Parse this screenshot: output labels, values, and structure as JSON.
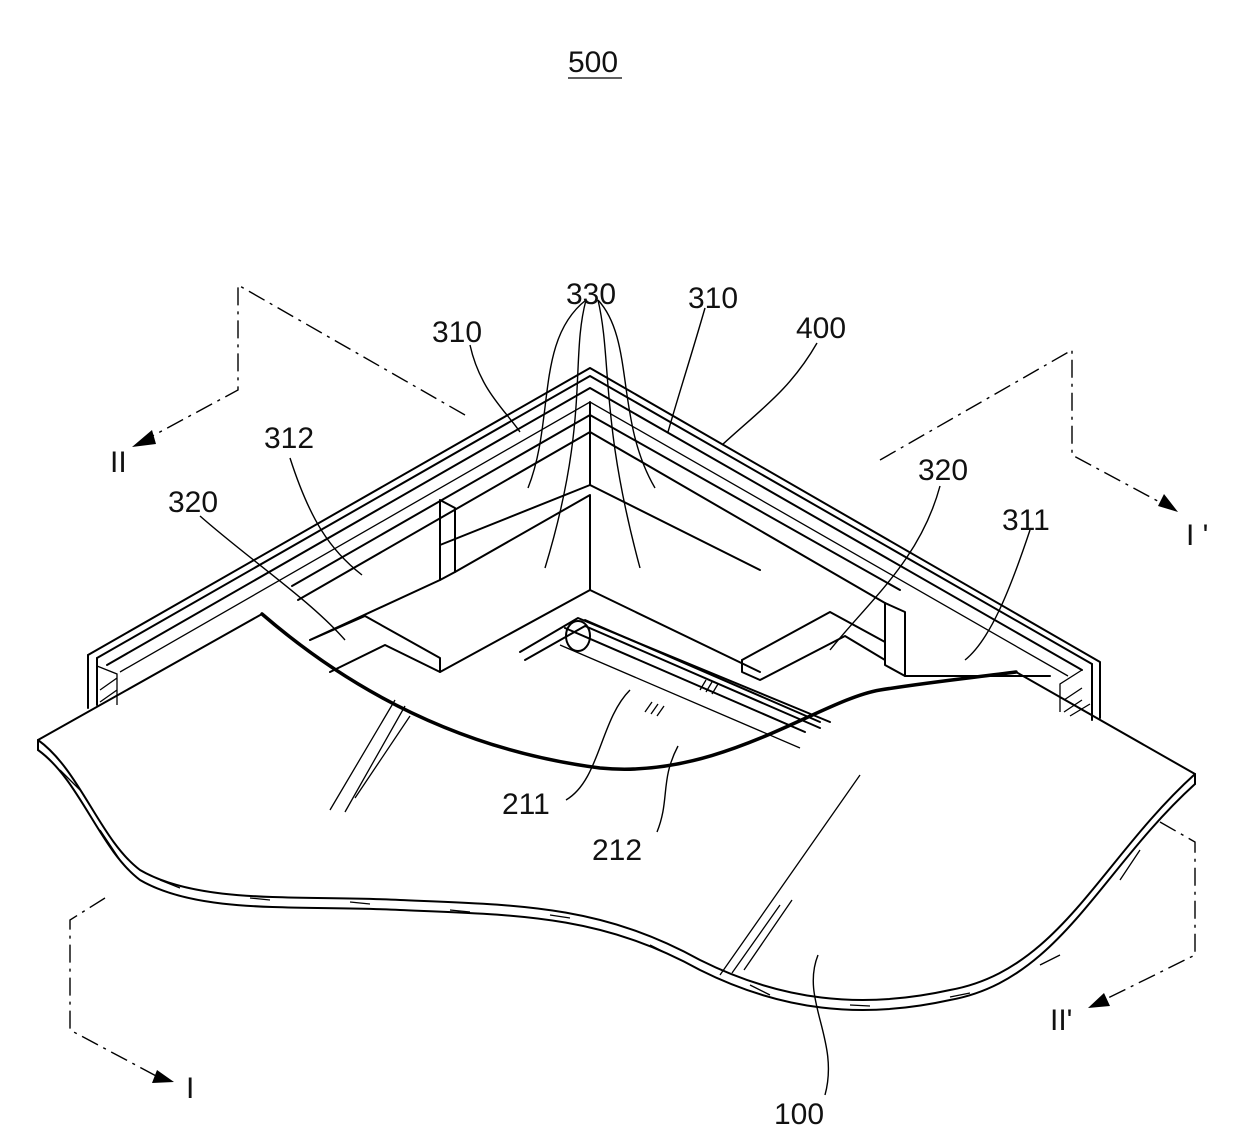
{
  "figure": {
    "number": "500",
    "section_marks": {
      "i_start": "I",
      "i_end": "I '",
      "ii_start": "II",
      "ii_end": "II'"
    },
    "reference_numerals": {
      "frame_left": "310",
      "frame_right": "310",
      "grooves": "330",
      "outer_case": "400",
      "wall_left": "312",
      "wall_right": "311",
      "block_left": "320",
      "block_right": "320",
      "lamp": "211",
      "lamp_holder": "212",
      "panel": "100"
    }
  }
}
